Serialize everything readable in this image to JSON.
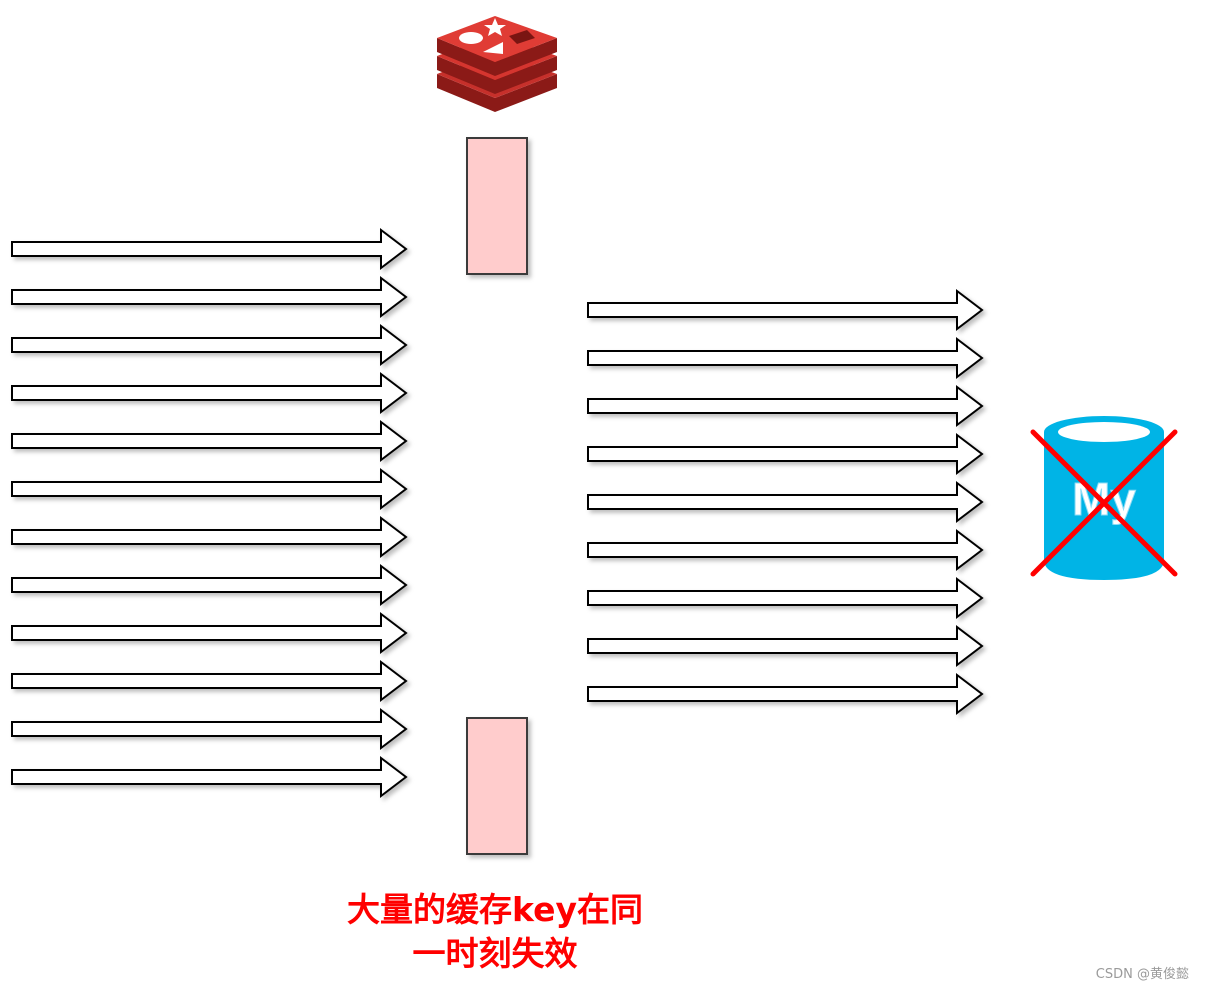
{
  "diagram": {
    "caption_line1": "大量的缓存key在同",
    "caption_line2": "一时刻失效",
    "watermark": "CSDN @黄俊懿",
    "mysql_logo_text": "My",
    "left_arrow_count": 12,
    "right_arrow_count": 9,
    "colors": {
      "redis_red": "#c6302b",
      "redis_dark": "#8b1a17",
      "barrier_fill": "#ffcccc",
      "mysql_blue": "#00b4e6",
      "cross_red": "#ff0000",
      "caption_red": "#ff0000"
    },
    "icons": [
      "redis-logo-icon",
      "mysql-logo-icon",
      "cross-icon"
    ]
  }
}
